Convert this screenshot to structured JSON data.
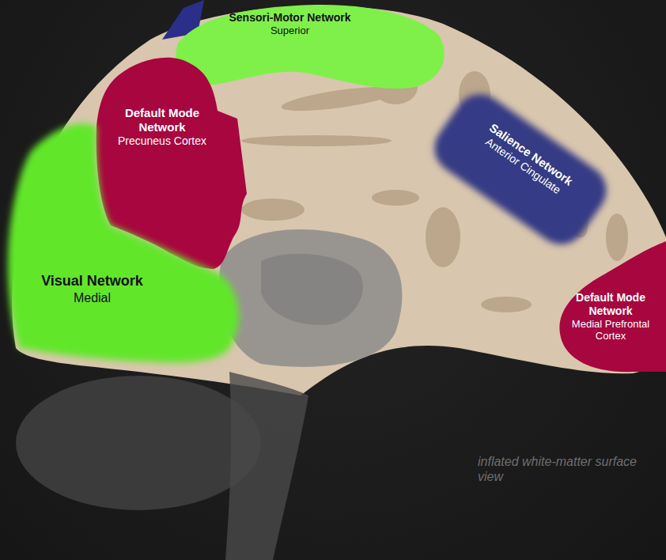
{
  "diagram": {
    "nodes": [
      {
        "text": [
          "Sensori-Motor Network",
          "Superior"
        ]
      },
      {
        "text": [
          "Default Mode Network",
          "Precuneus Cortex"
        ]
      },
      {
        "text": [
          "Salience Network",
          "Anterior Cingulate"
        ]
      },
      {
        "text": [
          "Visual Network",
          "Medial"
        ]
      },
      {
        "text": [
          "Default Mode Network",
          "Medial Prefrontal Cortex"
        ]
      }
    ],
    "labels": [
      "inflated white-matter surface view"
    ]
  }
}
